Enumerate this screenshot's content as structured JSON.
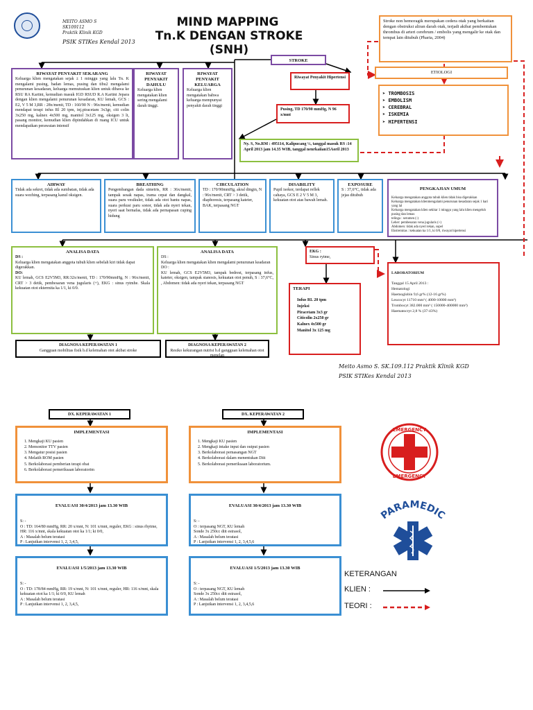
{
  "header": {
    "author_line1": "MEITO ASMO S",
    "author_line2": "SK109112",
    "author_line3": "Praktik Klinik KGD",
    "psik": "PSIK STIKes Kendal 2013",
    "title1": "MIND MAPPING",
    "title2": "Tn.K DENGAN STROKE (SNH)"
  },
  "definition": "Stroke non hemoragik merupakan cedera otak yang berkaitan dengan obstruksi aliran darah otak, terjadi akibat pembentukan thrombus di arteri cerebrum / embolis yang mengalir ke otak dan tempat lain ditubuh (Pharia, 2004)",
  "stroke_label": "STROKE",
  "riwayat_hipertensi": "Riwayat Penyakit Hipertensi",
  "pusing": "Pusing, TD 170/90 mmHg, N 96 x/mnt",
  "etiologi": {
    "title": "ETIOLOGI",
    "items": [
      "TROMBOSIS",
      "EMBOLISM",
      "CEREBRAL",
      "ISKEMIA",
      "HIPERTENSI"
    ]
  },
  "patient_info": "Ny. S, No.RM : 495114, Kalipucang ½, tanggal masuk RS :14 April 2013 jam 14.35 WIB, tanggal nenrkaiian15Aoril 2013",
  "riwayat_sekarang": {
    "title": "RIWAYAT PENYAKIT SEKARANG",
    "body": "Keluarga klien mengatakan sejak ± 1 minggu yang lalu Tn. K mengalami pusing, badan lemas, pusing dan tibu2 mengalami penurunan kesadaran, keluarga memutuskan klien untuk dibawa ke RSU RA Kartini, kemudian masuk IGD RSUD R.A Kartini Jepara dengan klien mengalami penurunan kesadaran, KU lemah, GCS : E2, V 5 M 3,RR : 28x/menit, TD : 160/90 N : 96x/menit, kemudian mendapat terapi infus Rl 20 tpm, inj.piracetam 3x3gr, citi colin 3x250 mg, kalnex 4x500 mg, manitol 3x125 mg, oksigen 3 lt, pasang monitor, kemudian klien dipindahkan di ruang ICU untuk mendapatkan perawatan intensif"
  },
  "riwayat_dahulu": {
    "title": "RIWAYAT PENYAKIT DAHULU",
    "body": "Keluarga klien mengatakan klien sering mengalami darah tinggi."
  },
  "riwayat_keluarga": {
    "title": "RIWAYAT PENYAKIT KELUARGA",
    "body": "Keluarga klien mengatakan bahwa keluarga mempunyai penyakit darah tinggi"
  },
  "airway": {
    "title": "AIRWAY",
    "body": "Tidak ada sekret, tidak ada sumbatan, tidak ada suara wezhing, terpasang kanul oksigen."
  },
  "breathing": {
    "title": "BREATHING",
    "body": "Pengembangan dada simetris, RR : 36x/menit, tampak sesak napas, irama cepat dan dangkal, suara paru vesikuler, tidak ada otot bantu napas, suara perkusi paru sonor, tidak ada nyeri tekan, nyeri saat bernafas, tidak ada pernapasan cuping hidung"
  },
  "circulation": {
    "title": "CIRCULATION",
    "body": "TD : 170/90mmHg, akral dingin, N : 96x/menit, CRT > 3 detik, diaphoresis, terpasang kateter, BAK, terpasang NGT"
  },
  "disability": {
    "title": "DISABILITY",
    "body": "Pupil isokor, terdapat reflek cahaya, GCS E 2 V 5 M 3, kekuatan otot atas bawah lemah."
  },
  "exposure": {
    "title": "EXPOSURE",
    "body": "S : 37,6°C, tidak ada jejas ditubuh"
  },
  "pengkajian_umum": {
    "title": "PENGKAJIAN UMUM",
    "body": "Keluarga mengatakan anggota tubuh klien tidak bisa digerakkan\nKeluarga mengatakan klienmengalami penurunan kesadaran sejak 1 hari yang lal\nKeluarga mengatakan klien sekitar 1 minggu yang lalu klien mengeluh pusing dan lemas\ntelinga : serumen (-)\nLeher: pembesaran vena jugularis (+)\nAbdomen: tidak ada nyeri tekan, supel\nEkstremitas : kekuatan ka 1/1, ki 0/0, riwayat hipertensi"
  },
  "analisa1": {
    "title": "ANALISA DATA",
    "ds_label": "DS :",
    "ds": "Keluarga klien mengatakan anggota tubuh klien sebelah kiri tidak dapat digerakkan.",
    "do_label": "DO:",
    "do": "KU lemah, GCS E2V5M3, RR:32x/menit, TD : 170/90mmHg, N : 96x/menit, CRT > 3 detik, pembesaran vena jugularis (+), EKG : sinus rytmhe. Skala kekuatan otot ektermita ka 1/1, ki 0/0."
  },
  "analisa2": {
    "title": "ANALISA DATA",
    "ds_label": "DS :",
    "ds": "Keluarga klien mengatakan klien mengalami penurunan keadaran",
    "do_label": "DO :",
    "do": "KU lemah, GCS E2V5M3, tampak bedrest, terpasang infus, kateter, oksigen, tampak sianosis, kekuatan otot penuh, S : 37,6°C, , Abdomen: tidak ada nyeri tekan, terpasang NGT"
  },
  "ekg": {
    "title": "EKG :",
    "body": "Sinus rytme,"
  },
  "terapi": {
    "title": "TERAPI",
    "items": [
      "Infus RL 20 tpm",
      "Injeksi",
      "Piracetam 3x3 gr",
      "Citicolin 2x250 gr",
      "Kalnex 4x500 gr",
      "Manitol 3x 125 mg"
    ]
  },
  "laboratorium": {
    "title": "LABORATORIUM",
    "body": "Tanggal 15 April 2013 :\nHematologi\nHaemoglobin 9,6 gr% (12-16 gr%)\nLeucocyt 11710 mm³ ( 4000-10000 mm³)\nTrombocyt 382.000 mm³ ( 150000-400000 mm³)\nHaematocryt 2,8 % (37-43%)"
  },
  "diagnosa1": {
    "title": "DIAGNOSA KEPERAWATAN 1",
    "body": "Gangguan mobilitas fisik b.d kelemahan otot akibat stroke"
  },
  "diagnosa2": {
    "title": "DIAGNOSA KEPERAWATAN 2",
    "body": "Resiko kekurangan nutrisi b.d gangguan kelemahan otot menelan"
  },
  "signature": {
    "line1": "Meito Asmo S. SK.109.112 Praktik Klinik KGD",
    "line2": "PSIK STIKes Kendal 2013"
  },
  "dx1": "DX. KEPERAWATAN 1",
  "dx2": "DX. KEPERAWATAN 2",
  "implementasi1": {
    "title": "IMPLEMENTASI",
    "items": [
      "Mengkaji KU pasien",
      "Memonitor TTV pasien",
      "Mengatur posisi pasien",
      "Melatih ROM pasien",
      "Berkolaborasi pemberian terapi obat",
      "Berkolaborasi pemeriksaan laboratorim"
    ]
  },
  "implementasi2": {
    "title": "IMPLEMENTASI",
    "items": [
      "Mengkaji KU pasien",
      "Mengkaji intake input dan output pasien",
      "Berkolaborasi pemasangan NGT",
      "Berkolaborasi dalam menentukan Diit",
      "Berkolaborasi pemeriksaan laboratorium."
    ]
  },
  "evaluasi1a": {
    "title": "EVALUASI 30/4/2013 jam 13.30 WIB",
    "body": "S: -\nO : TD: 164/80 mmHg, RR: 20 x/mnt, N: 101 x/mnt, reguler, EKG : sinus rhytme, HR: 116 x/mnt, skala kekuatan otot ka 1/1; ki 0/0,\nA : Masalah belum teratasi\nP : Lanjutkan intervensi 1, 2, 3,4,5,"
  },
  "evaluasi2a": {
    "title": "EVALUASI 30/4/2013 jam 13.30 WIB",
    "body": "S: -\nO : terpasang NGT, KU lemah\n      Sonde 3x 250cc diit estrasol,\nA : Masalah belum teratasi\nP : Lanjutkan intervensi 1, 2, 3,4,5,6"
  },
  "evaluasi1b": {
    "title": "EVALUASI 1/5/2013 jam 13.30 WIB",
    "body": "S: -\nO : TD: 178/84 mmHg, RR: 19 x/mnt, N: 101 x/mnt, reguler, HR: 116 x/mnt, skala kekuatan otot ka 1/1; ki 0/0, KU lemah\nA : Masalah belum teratasi\nP : Lanjutkan intervensi 1, 2, 3,4,5,"
  },
  "evaluasi2b": {
    "title": "EVALUASI 1/5/2013 jam 13.30 WIB",
    "body": "S: -\nO : terpasang NGT, KU lemah\n      Sonde 3x 250cc diit estrasol,\nA : Masalah belum teratasi\nP : Lanjutkan intervensi 1, 2, 3,4,5,6"
  },
  "emblem1": {
    "top": "EMERGENCY",
    "bottom": "EMERGENCY"
  },
  "emblem2": {
    "text": "PARAMEDIC"
  },
  "legend": {
    "title": "KETERANGAN",
    "klien": "KLIEN :",
    "teori": "TEORI :"
  },
  "colors": {
    "purple": "#7b4aa3",
    "blue": "#3a8fd3",
    "orange": "#f0913a",
    "green": "#8cbf3f",
    "red": "#d81e1e",
    "navy": "#1f4e9a"
  }
}
